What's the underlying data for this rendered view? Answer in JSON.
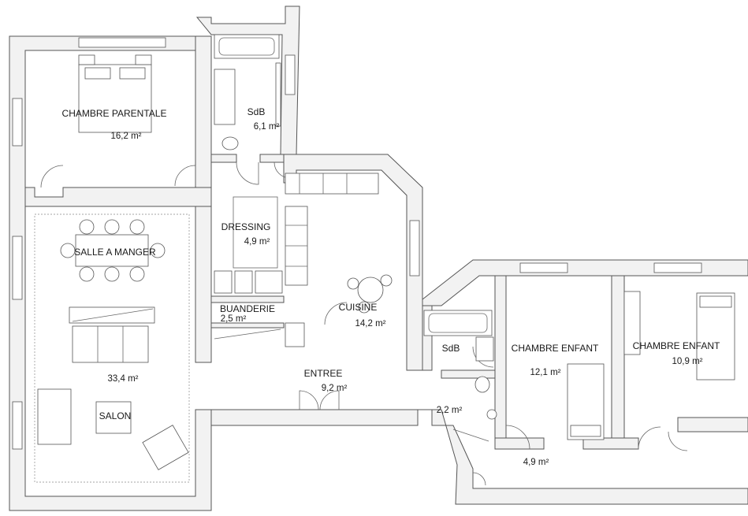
{
  "rooms": [
    {
      "id": "chambre-parentale",
      "name": "CHAMBRE PARENTALE",
      "area": "16,2 m²"
    },
    {
      "id": "sdb-1",
      "name": "SdB",
      "area": "6,1 m²"
    },
    {
      "id": "dressing",
      "name": "DRESSING",
      "area": "4,9 m²"
    },
    {
      "id": "salle-a-manger",
      "name": "SALLE A MANGER",
      "area": ""
    },
    {
      "id": "buanderie",
      "name": "BUANDERIE",
      "area": "2,5 m²"
    },
    {
      "id": "cuisine",
      "name": "CUISINE",
      "area": "14,2 m²"
    },
    {
      "id": "salon",
      "name": "SALON",
      "area": "33,4 m²"
    },
    {
      "id": "entree",
      "name": "ENTREE",
      "area": "9,2 m²"
    },
    {
      "id": "sdb-2",
      "name": "SdB",
      "area": ""
    },
    {
      "id": "wc",
      "name": "",
      "area": "2,2 m²"
    },
    {
      "id": "chambre-enfant-1",
      "name": "CHAMBRE ENFANT",
      "area": "12,1 m²"
    },
    {
      "id": "chambre-enfant-2",
      "name": "CHAMBRE ENFANT",
      "area": "10,9 m²"
    },
    {
      "id": "degagement",
      "name": "",
      "area": "4,9 m²"
    }
  ]
}
